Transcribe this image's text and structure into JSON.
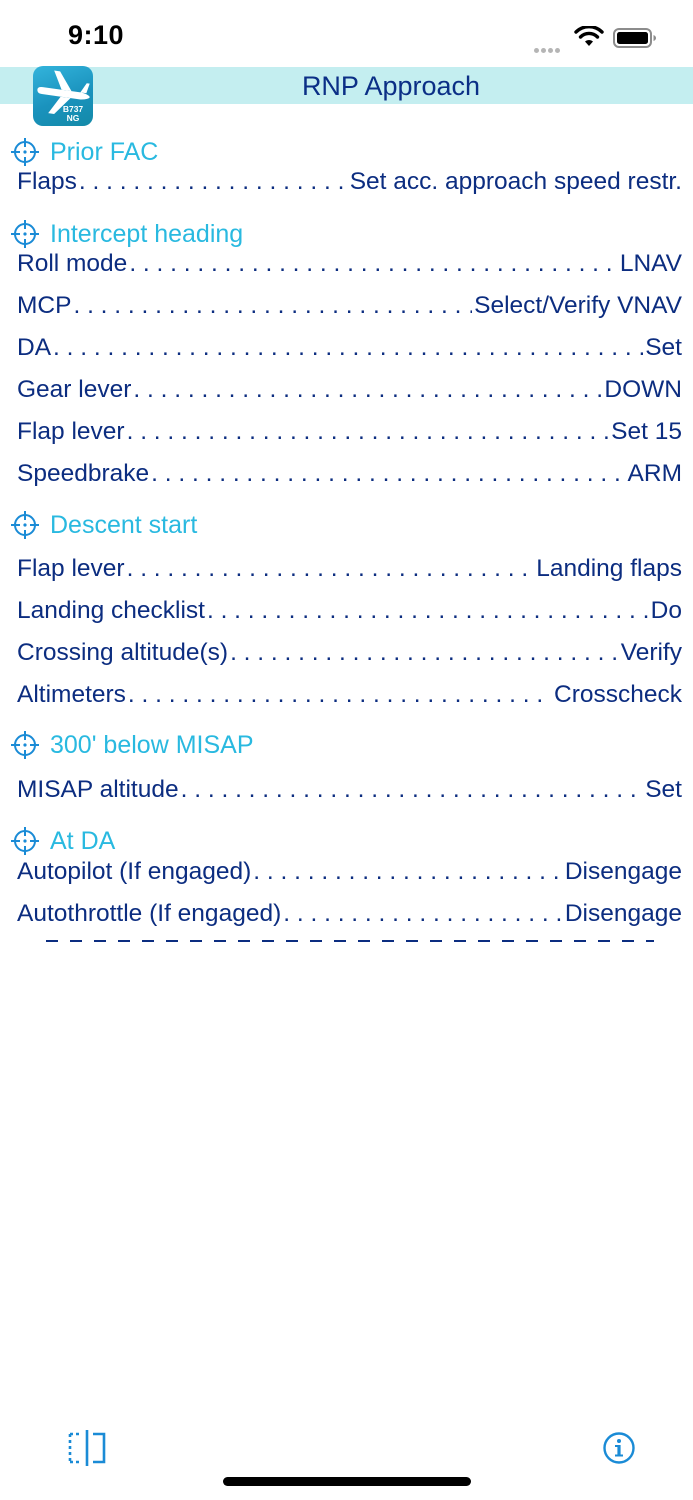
{
  "status_bar": {
    "time": "9:10"
  },
  "nav": {
    "title": "RNP Approach",
    "logo_line1": "B737",
    "logo_line2": "NG"
  },
  "sections": [
    {
      "title": "Prior FAC",
      "items": [
        {
          "label": "Flaps",
          "value": "Set acc. approach speed restr."
        }
      ]
    },
    {
      "title": "Intercept heading",
      "items": [
        {
          "label": "Roll mode",
          "value": "LNAV"
        },
        {
          "label": "MCP",
          "value": "Select/Verify VNAV"
        },
        {
          "label": "DA",
          "value": "Set"
        },
        {
          "label": "Gear lever",
          "value": "DOWN"
        },
        {
          "label": "Flap lever",
          "value": "Set 15"
        },
        {
          "label": "Speedbrake",
          "value": "ARM"
        }
      ]
    },
    {
      "title": "Descent start",
      "items": [
        {
          "label": "Flap lever",
          "value": "Landing flaps"
        },
        {
          "label": "Landing checklist",
          "value": "Do"
        },
        {
          "label": "Crossing altitude(s)",
          "value": "Verify"
        },
        {
          "label": "Altimeters",
          "value": "Crosscheck"
        }
      ]
    },
    {
      "title": "300' below MISAP",
      "items": [
        {
          "label": "MISAP altitude",
          "value": "Set"
        }
      ]
    },
    {
      "title": "At DA",
      "items": [
        {
          "label": "Autopilot (If engaged)",
          "value": "Disengage"
        },
        {
          "label": "Autothrottle (If engaged)",
          "value": "Disengage"
        }
      ]
    }
  ],
  "colors": {
    "nav_background": "#c4eef0",
    "title_text": "#0b2f86",
    "section_accent": "#29b9e0",
    "item_text": "#0c2d80",
    "toolbar_icon": "#1a8bd6"
  },
  "icons": {
    "section": "target-crosshair-icon",
    "toolbar_left": "split-view-icon",
    "toolbar_right": "info-icon"
  }
}
